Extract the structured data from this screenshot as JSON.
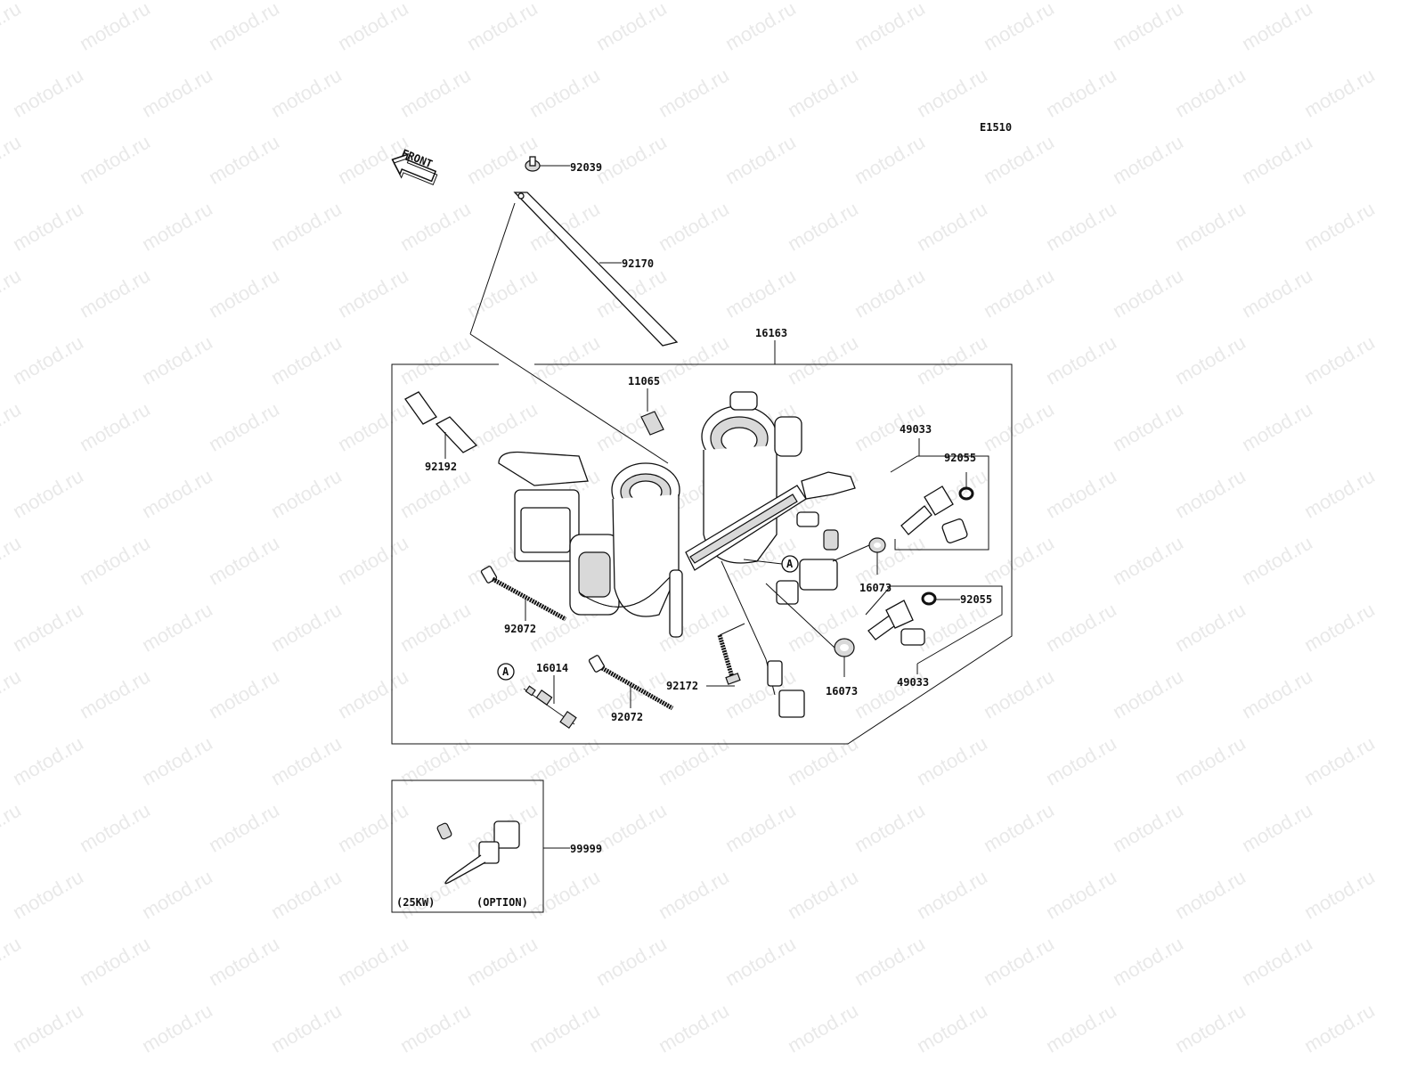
{
  "watermark": "motod.ru",
  "diagram_code": "E1510",
  "front_label": "FRONT",
  "parts": {
    "p92039": "92039",
    "p92170": "92170",
    "p16163": "16163",
    "p11065": "11065",
    "p49033_top": "49033",
    "p92055_top": "92055",
    "p92192": "92192",
    "p16073_top": "16073",
    "p92055_bot": "92055",
    "p92072_left": "92072",
    "p16014": "16014",
    "p92172": "92172",
    "p16073_bot": "16073",
    "p49033_bot": "49033",
    "p92072_bot": "92072",
    "p99999": "99999"
  },
  "callout_a": "A",
  "option_box": {
    "note_left": "(25KW)",
    "note_right": "(OPTION)"
  }
}
